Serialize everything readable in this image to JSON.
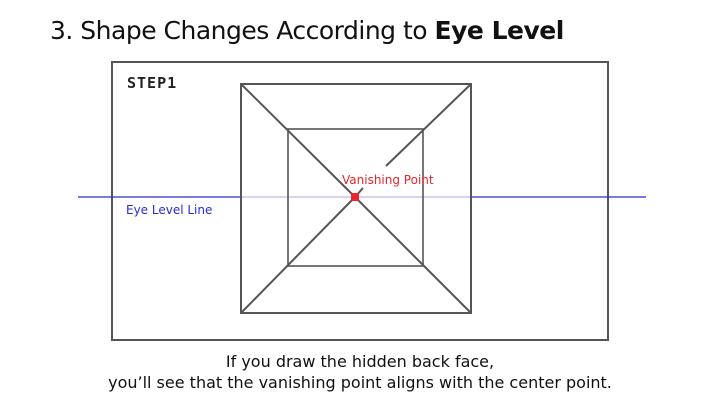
{
  "header": {
    "title_prefix": "3. Shape Changes According to ",
    "title_emphasis": "Eye Level"
  },
  "figure": {
    "step_label": "STEP1",
    "vanishing_point_label": "Vanishing Point",
    "eye_level_label": "Eye Level Line",
    "colors": {
      "eye_level_line": "#2b2bcf",
      "vanishing_point": "#e8262b",
      "outline": "#555555"
    }
  },
  "caption": {
    "line1": "If you draw the hidden back face,",
    "line2": "you’ll see that the vanishing point aligns with the center point."
  }
}
